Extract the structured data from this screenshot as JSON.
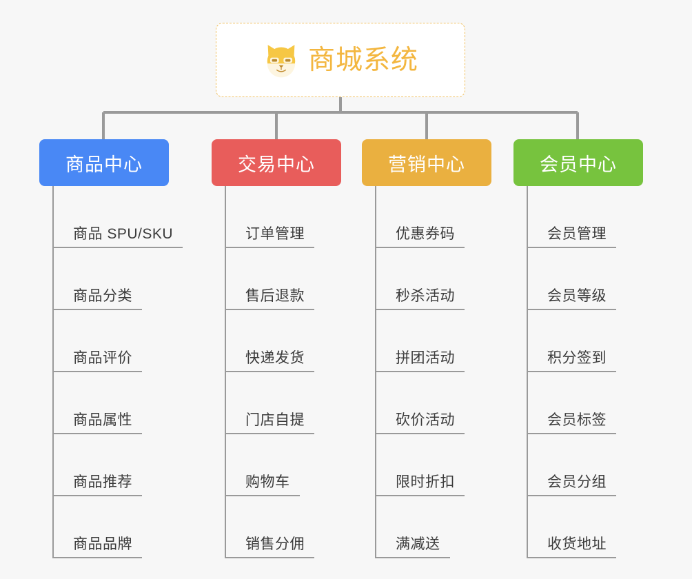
{
  "root": {
    "title": "商城系统",
    "icon": "shiba-dog-icon",
    "border_color": "#f0c060",
    "text_color": "#f3b63f",
    "background": "#ffffff"
  },
  "canvas": {
    "background": "#f7f7f7",
    "connector_color": "#9a9a9a"
  },
  "branches": [
    {
      "key": "product",
      "label": "商品中心",
      "color": "#4988f5",
      "items": [
        "商品 SPU/SKU",
        "商品分类",
        "商品评价",
        "商品属性",
        "商品推荐",
        "商品品牌"
      ]
    },
    {
      "key": "trade",
      "label": "交易中心",
      "color": "#e85d5b",
      "items": [
        "订单管理",
        "售后退款",
        "快递发货",
        "门店自提",
        "购物车",
        "销售分佣"
      ]
    },
    {
      "key": "marketing",
      "label": "营销中心",
      "color": "#eab040",
      "items": [
        "优惠券码",
        "秒杀活动",
        "拼团活动",
        "砍价活动",
        "限时折扣",
        "满减送"
      ]
    },
    {
      "key": "member",
      "label": "会员中心",
      "color": "#77c33e",
      "items": [
        "会员管理",
        "会员等级",
        "积分签到",
        "会员标签",
        "会员分组",
        "收货地址"
      ]
    }
  ]
}
